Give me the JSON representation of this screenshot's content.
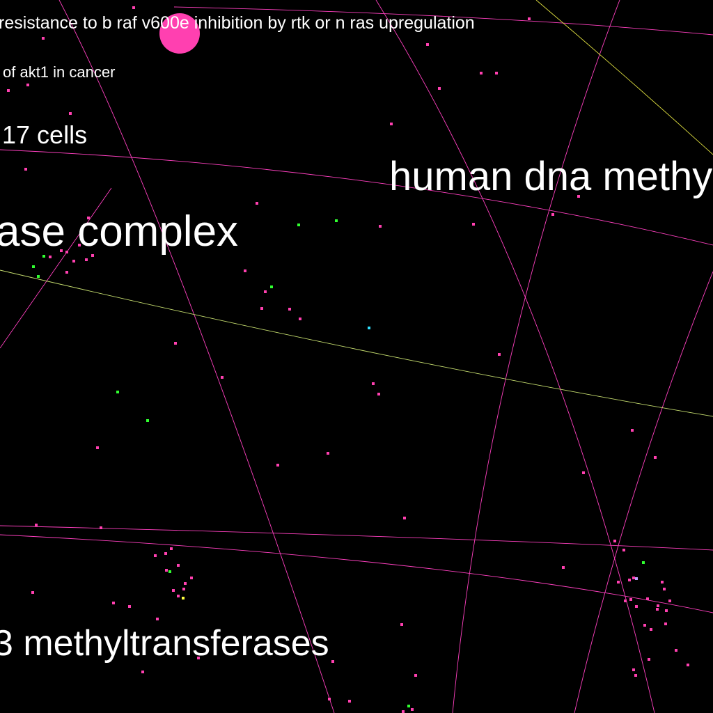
{
  "view": {
    "background": "#000000",
    "edge_color": "#ff40c0",
    "alt_edge_color": "#c8e070",
    "node_color": "#ff40b0"
  },
  "labels": {
    "resistance": "resistance to b raf v600e inhibition by rtk or n ras upregulation",
    "akt1": "of akt1 in cancer",
    "cells": "17 cells",
    "dna": "human dna methy",
    "complex": "ase complex",
    "methyltransferases": "3 methyltransferases"
  },
  "node_colors": [
    "pink",
    "green",
    "cyan",
    "yellow",
    "lavender"
  ]
}
